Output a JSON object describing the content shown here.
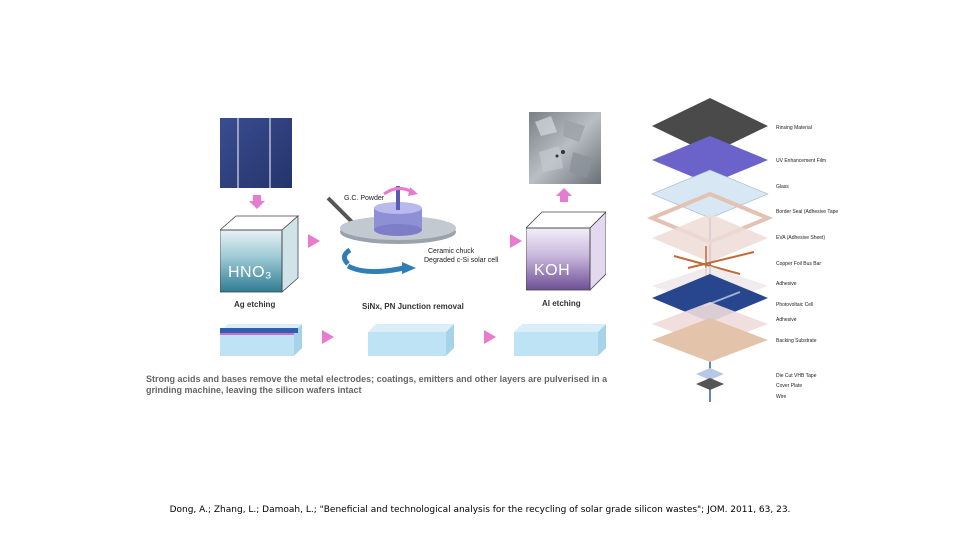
{
  "left_figure": {
    "gc_powder": "G.C. Powder",
    "ceramic_chuck": "Ceramic chuck",
    "degraded_cell": "Degraded c-Si solar cell",
    "acid_left": "HNO₃",
    "base_right": "KOH",
    "stage1": "Ag etching",
    "stage2": "SiNx, PN Junction removal",
    "stage3": "Al etching",
    "caption": "Strong acids and bases remove the metal electrodes; coatings, emitters and other layers are pulverised in a grinding machine, leaving the silicon wafers intact",
    "colors": {
      "arrow": "#e67bd0",
      "cell_blue": "#2c3f7f",
      "beaker_fill": "#3d8aa0",
      "slab_blue": "#bde3f4"
    }
  },
  "right_figure": {
    "layers": [
      {
        "label": "Rinsing Material"
      },
      {
        "label": "UV Enhancement Film"
      },
      {
        "label": "Glass"
      },
      {
        "label": "Border Seal (Adhesive Tape"
      },
      {
        "label": "EVA (Adhesive Sheet)"
      },
      {
        "label": "Copper Foil Bus Bar"
      },
      {
        "label": "Adhesive"
      },
      {
        "label": "Photovoltaic Cell"
      },
      {
        "label": "Adhesive"
      },
      {
        "label": "Backing Substrate"
      },
      {
        "label": "Die Cut VHB Tape"
      },
      {
        "label": "Cover Plate"
      },
      {
        "label": "Wire"
      }
    ]
  },
  "citation": "Dong, A.; Zhang, L.; Damoah, L.; \"Beneficial and technological analysis for the recycling of solar grade silicon wastes\"; JOM. 2011, 63, 23."
}
